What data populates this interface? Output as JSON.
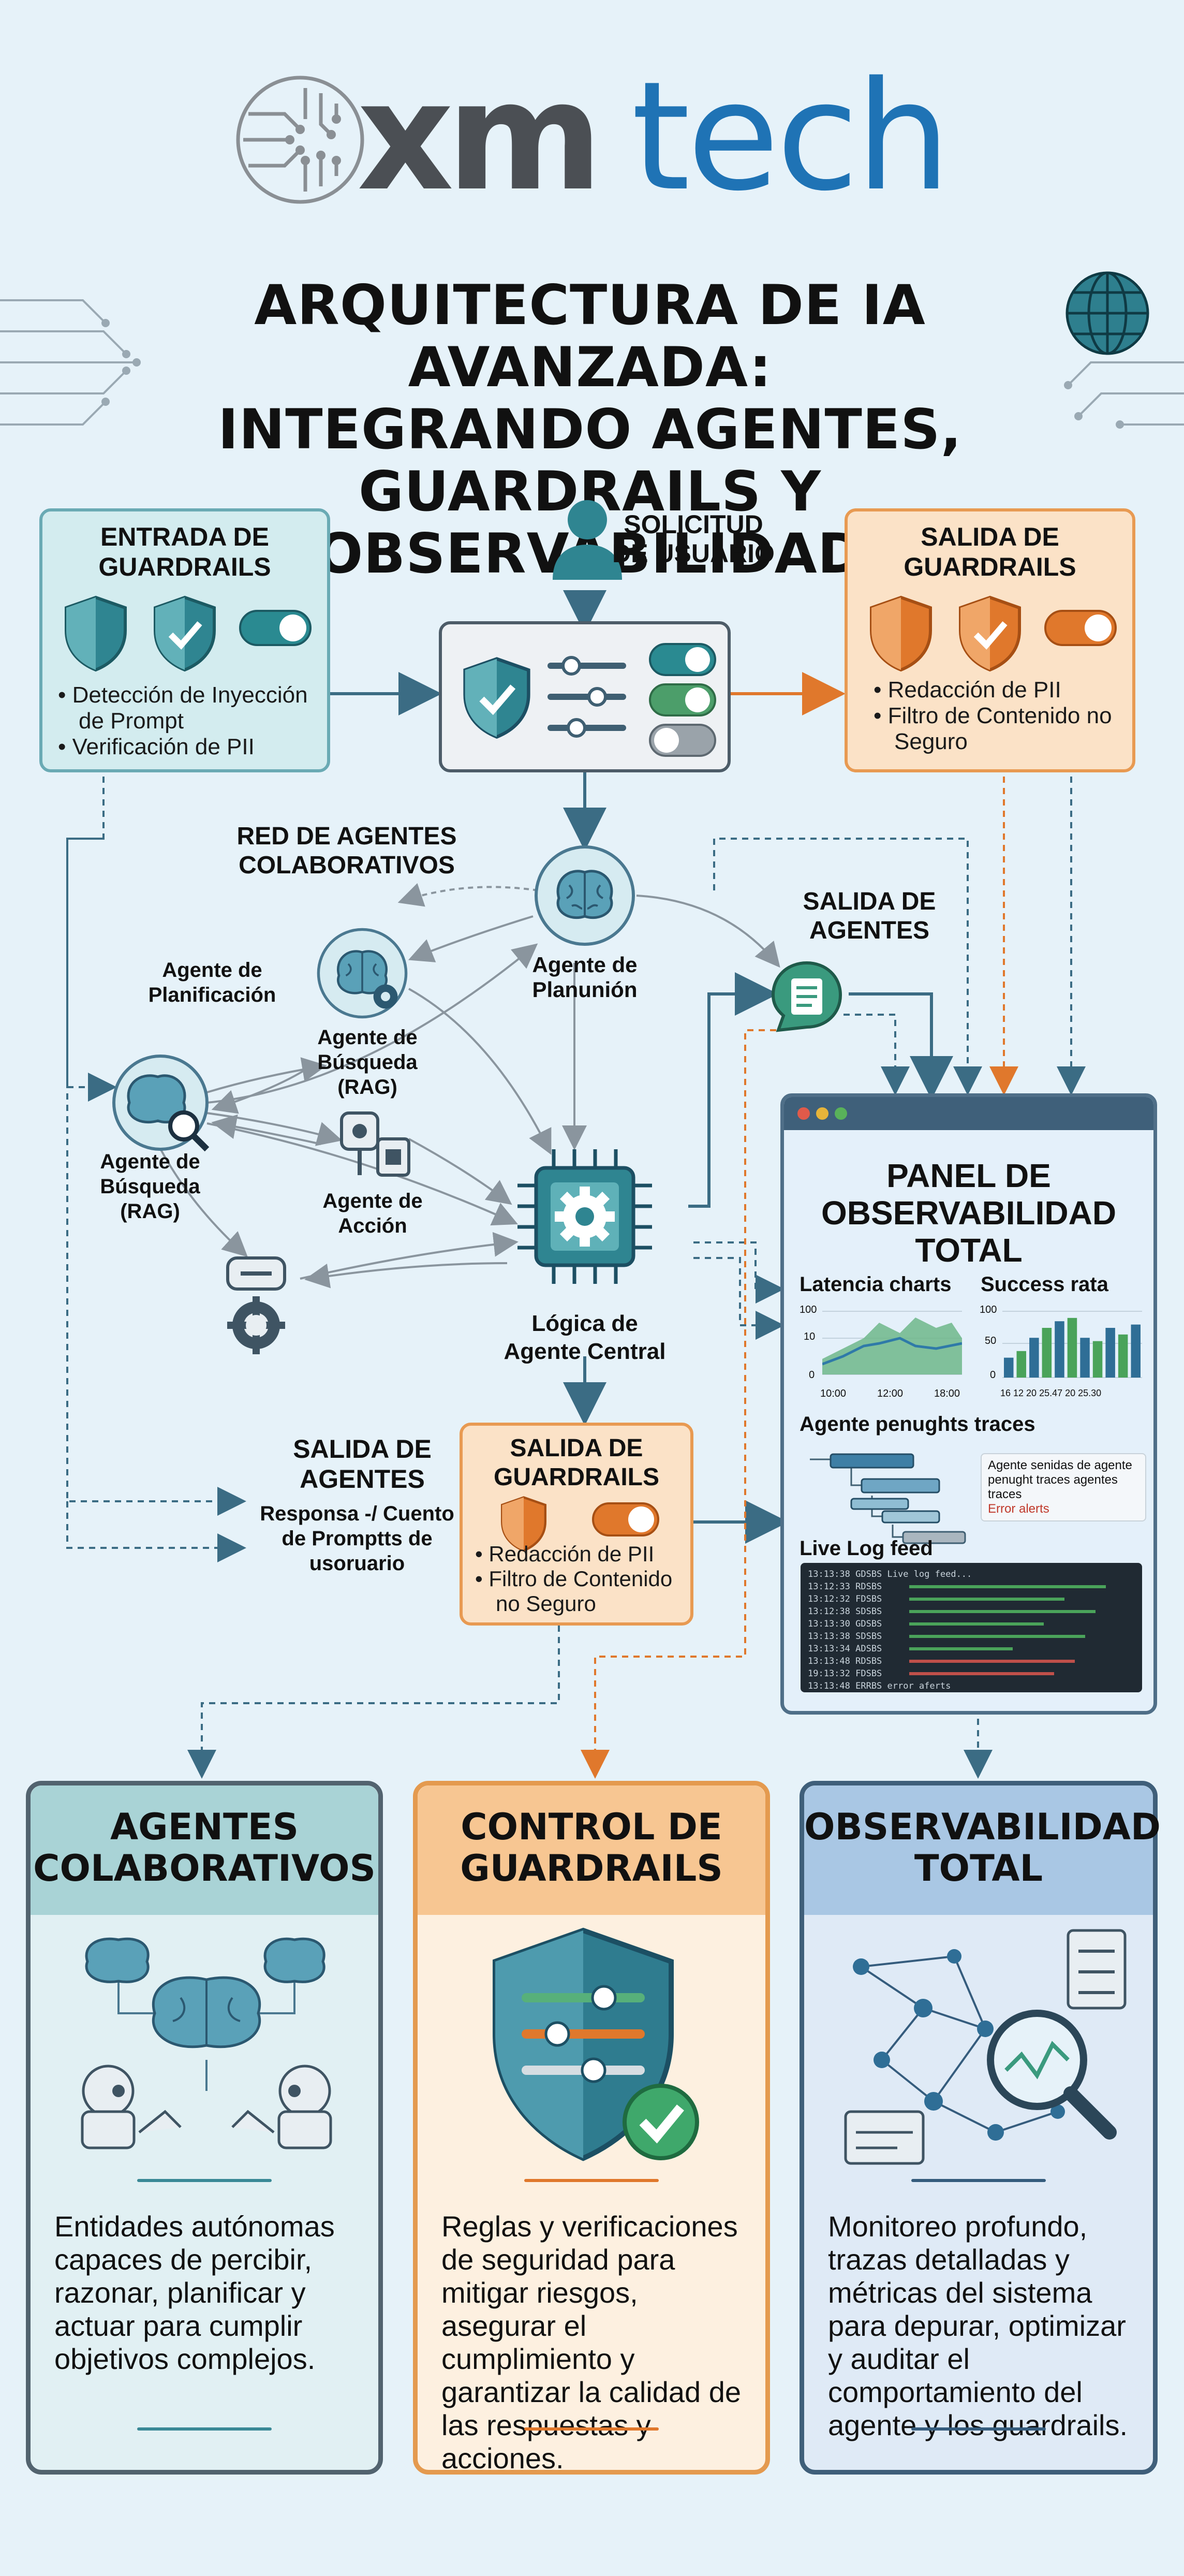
{
  "logo": {
    "part1": "xm",
    "part2": "tech"
  },
  "title": {
    "line1": "ARQUITECTURA DE IA AVANZADA:",
    "line2": "INTEGRANDO AGENTES,",
    "line3": "GUARDRAILS Y OBSERVABILIDAD"
  },
  "input_guardrails": {
    "title1": "ENTRADA DE",
    "title2": "GUARDRAILS",
    "bullets": [
      "• Detección de Inyección de Prompt",
      "• Verificación de PII"
    ]
  },
  "user_request": {
    "line1": "SOLICITUD",
    "line2": "DE USUARIO"
  },
  "output_guardrails": {
    "title1": "SALIDA DE",
    "title2": "GUARDRAILS",
    "bullets": [
      "• Redacción de PII",
      "• Filtro de Contenido no Seguro"
    ]
  },
  "network": {
    "title1": "RED DE AGENTES",
    "title2": "COLABORATIVOS",
    "planner_label": "Agente de Planificación",
    "search_top_label": "Agente de Búsqueda (RAG)",
    "central_brain_label": "Agente de Planunión",
    "search_left_label": "Agente de Búsqueda (RAG)",
    "action_label": "Agente de Acción",
    "core_label": "Lógica de Agente Central",
    "agents_output": {
      "line1": "SALIDA DE",
      "line2": "AGENTES"
    }
  },
  "bottom_output": {
    "title1": "SALIDA DE",
    "title2": "AGENTES",
    "sub": "Responsa -/ Cuento de Promptts de usoruario"
  },
  "mid_guardrails": {
    "title1": "SALIDA DE",
    "title2": "GUARDRAILS",
    "bullets": [
      "• Redacción de PII",
      "• Filtro de Contenido no Seguro"
    ]
  },
  "panel": {
    "title1": "PANEL DE",
    "title2": "OBSERVABILIDAD",
    "title3": "TOTAL",
    "latency_label": "Latencia charts",
    "success_label": "Success rata",
    "latency_chart": {
      "yticks": [
        "100",
        "10",
        "0"
      ],
      "xticks": [
        "10:00",
        "12:00",
        "18:00"
      ]
    },
    "success_chart": {
      "yticks": [
        "100",
        "50",
        "0"
      ],
      "xticks": "16 12 20 25.47 20 25.30",
      "values": [
        30,
        40,
        60,
        75,
        85,
        90,
        60,
        55,
        75,
        65,
        80
      ]
    },
    "traces_label": "Agente penughts traces",
    "traces_note1": "Agente senidas de agente penught traces agentes traces",
    "traces_note2": "Error alerts",
    "log_label": "Live Log feed",
    "log_lines": [
      "13:13:38  GDSBS   Live log feed...",
      "13:12:33  RDSBS",
      "13:12:32  FDSBS",
      "13:12:38  SDSBS",
      "13:13:30  GDSBS",
      "13:13:38  SDSBS",
      "13:13:34  ADSBS",
      "13:13:48  RDSBS",
      "19:13:32  FDSBS",
      "13:13:48  ERRBS   error aferts"
    ]
  },
  "cards": [
    {
      "title1": "AGENTES",
      "title2": "COLABORATIVOS",
      "text": "Entidades autónomas capaces de percibir, razonar, planificar y actuar para cumplir objetivos complejos."
    },
    {
      "title1": "CONTROL DE",
      "title2": "GUARDRAILS",
      "text": "Reglas y verificaciones de seguridad para mitigar riesgos, asegurar el cumplimiento y garantizar la calidad de las respuestas y acciones."
    },
    {
      "title1": "OBSERVABILIDAD",
      "title2": "TOTAL",
      "text": "Monitoreo profundo, trazas detalladas y métricas del sistema para depurar, optimizar y auditar el comportamiento del agente y los guardrails."
    }
  ],
  "colors": {
    "teal": "#3d8f97",
    "orange": "#e0782c",
    "navy": "#355c7d",
    "bg": "#e6f2f9"
  }
}
